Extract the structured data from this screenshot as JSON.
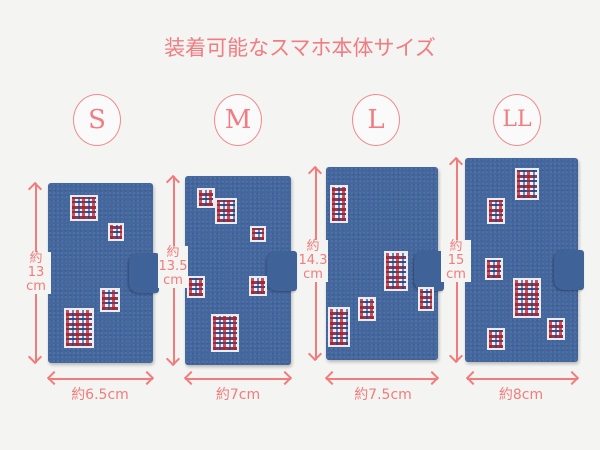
{
  "title": "装着可能なスマホ本体サイズ",
  "sizes": [
    {
      "label": "S",
      "height_prefix": "約",
      "height": "13",
      "height_unit": "cm",
      "width": "約6.5cm"
    },
    {
      "label": "M",
      "height_prefix": "約",
      "height": "13.5",
      "height_unit": "cm",
      "width": "約7cm"
    },
    {
      "label": "L",
      "height_prefix": "約",
      "height": "14.3",
      "height_unit": "cm",
      "width": "約7.5cm"
    },
    {
      "label": "LL",
      "height_prefix": "約",
      "height": "15",
      "height_unit": "cm",
      "width": "約8cm"
    }
  ],
  "colors": {
    "accent": "#f27c7c",
    "denim": "#44679e",
    "background": "#f4f4f2"
  }
}
